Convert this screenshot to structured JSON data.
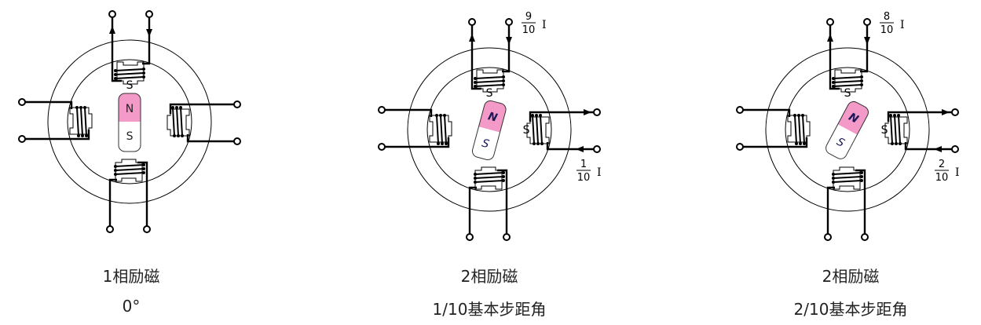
{
  "panels": [
    {
      "caption": "1相励磁",
      "angle_label": "0°",
      "rotor_angle_deg": 0,
      "pole_labels": {
        "top": "S"
      },
      "current_labels": []
    },
    {
      "caption": "2相励磁",
      "angle_label": "1/10基本步距角",
      "rotor_angle_deg": 15,
      "pole_labels": {
        "top": "S",
        "right": "S"
      },
      "current_labels": [
        {
          "num": "9",
          "den": "10",
          "unit": "I"
        },
        {
          "num": "1",
          "den": "10",
          "unit": "I"
        }
      ]
    },
    {
      "caption": "2相励磁",
      "angle_label": "2/10基本步距角",
      "rotor_angle_deg": 28,
      "pole_labels": {
        "top": "S",
        "right": "S"
      },
      "current_labels": [
        {
          "num": "8",
          "den": "10",
          "unit": "I"
        },
        {
          "num": "2",
          "den": "10",
          "unit": "I"
        }
      ]
    }
  ],
  "rotor": {
    "north": "N",
    "south": "S",
    "north_color": "#f49ac8",
    "south_color": "#ffffff"
  }
}
